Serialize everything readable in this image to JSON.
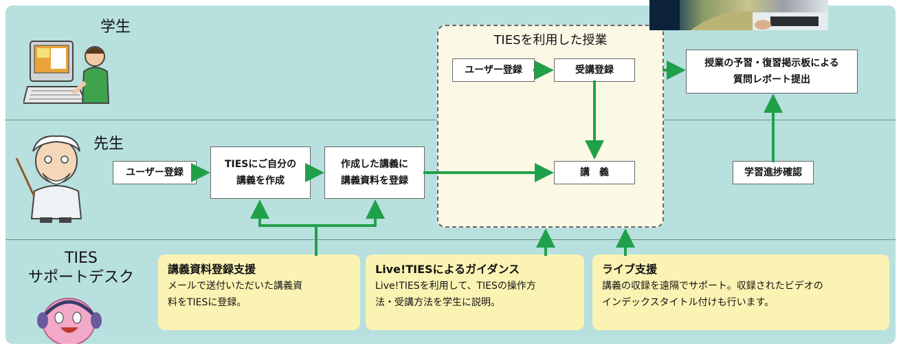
{
  "roles": {
    "student": "学生",
    "teacher": "先生",
    "support_line1": "TIES",
    "support_line2": "サポートデスク"
  },
  "ties_area": {
    "title": "TIESを利用した授業"
  },
  "boxes": {
    "student_register": "ユーザー登録",
    "course_register": "受講登録",
    "lecture": "講　義",
    "report": "授業の予習・復習掲示板による\n質問レポート提出",
    "progress": "学習進捗確認",
    "teacher_register": "ユーザー登録",
    "create_lecture": "TIESにご自分の\n講義を作成",
    "register_materials": "作成した講義に\n講義資料を登録"
  },
  "support_boxes": [
    {
      "title": "講義資料登録支援",
      "desc": "メールで送付いただいた講義資\n料をTIESに登録。"
    },
    {
      "title": "Live!TIESによるガイダンス",
      "desc": "Live!TIESを利用して、TIESの操作方\n法・受講方法を学生に説明。"
    },
    {
      "title": "ライブ支援",
      "desc": "講義の収録を遠隔でサポート。収録されたビデオの\nインデックスタイトル付けも行います。"
    }
  ],
  "colors": {
    "background": "#b7e0de",
    "arrow": "#21a04a",
    "support_box": "#fbf3b3",
    "ties_area": "#fbf8e6"
  },
  "icons": [
    "student-computer-icon",
    "professor-icon",
    "support-mascot-icon"
  ]
}
